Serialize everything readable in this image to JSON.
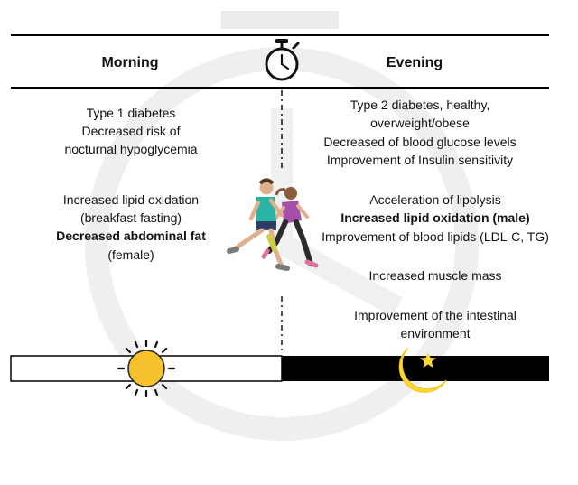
{
  "header": {
    "morning": "Morning",
    "evening": "Evening"
  },
  "morning": {
    "group1": {
      "line1": "Type 1 diabetes",
      "line2": "Decreased risk of",
      "line3": "nocturnal hypoglycemia"
    },
    "group2": {
      "line1": "Increased lipid oxidation",
      "line2": "(breakfast fasting)",
      "line3": "Decreased abdominal fat",
      "line4": "(female)"
    }
  },
  "evening": {
    "group1": {
      "line1": "Type 2 diabetes, healthy,",
      "line2": "overweight/obese",
      "line3": "Decreased of blood glucose levels",
      "line4": "Improvement of Insulin sensitivity"
    },
    "group2": {
      "line1": "Acceleration of lipolysis",
      "line2": "Increased lipid oxidation (male)",
      "line3": "Improvement of blood lipids (LDL-C, TG)"
    },
    "group3": {
      "line1": "Increased muscle mass"
    },
    "group4": {
      "line1": "Improvement of the intestinal",
      "line2": "environment"
    }
  },
  "colors": {
    "sun": "#f7c12b",
    "moon": "#fdd835",
    "night_bar": "#000000",
    "day_bar": "#ffffff",
    "male_shirt": "#2bb3a3",
    "female_shirt": "#a44fa8"
  },
  "icons": {
    "center": "stopwatch-icon",
    "left_bar": "sun-icon",
    "right_bar": "moon-star-icon",
    "middle": "runners-icon"
  }
}
